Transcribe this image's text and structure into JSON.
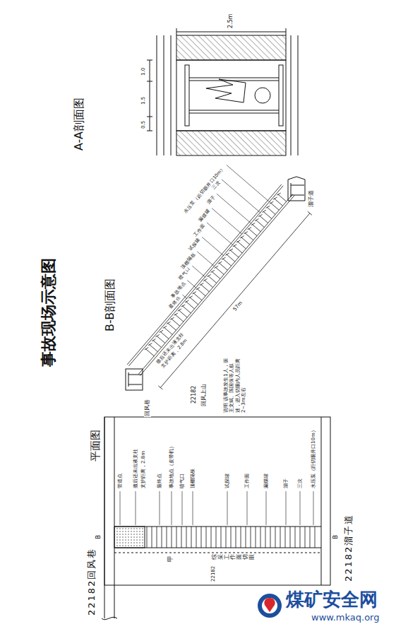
{
  "diagram": {
    "title": "事故现场示意图",
    "labels": [
      "A-A剖面图",
      "B-B剖面图",
      "平面图",
      "22182回风巷",
      "22182溜子道",
      "回风巷",
      "溜子道",
      "撤后还未出液支柱",
      "支护距离，2.8m",
      "最终点",
      "事故地点",
      "喷气口",
      "顶棚隔板",
      "试探罐",
      "工作面",
      "漏煤罐",
      "溜子",
      "三次",
      "水压泵（距切眼井口10m）",
      "57m",
      "2.5m",
      "0.5",
      "1.5",
      "1.0",
      "管道点",
      "撤后还未出液支柱",
      "支护距离，2.8m",
      "最终点",
      "事故地点（皮带机）",
      "喷气口",
      "顶棚隔板",
      "试探罐",
      "工作面",
      "漏煤罐",
      "溜子",
      "三次",
      "水压泵（距切眼井口10m）",
      "22182",
      "回风上山",
      "说明 该事故发生1人，据王文斌、陈国保等人叙述，进入切眼内人员距离2~3m左右",
      "22182",
      "综采工作面切眼",
      "B",
      "B",
      "甲",
      "煤矿安全网",
      "www.mkaq.org"
    ]
  }
}
